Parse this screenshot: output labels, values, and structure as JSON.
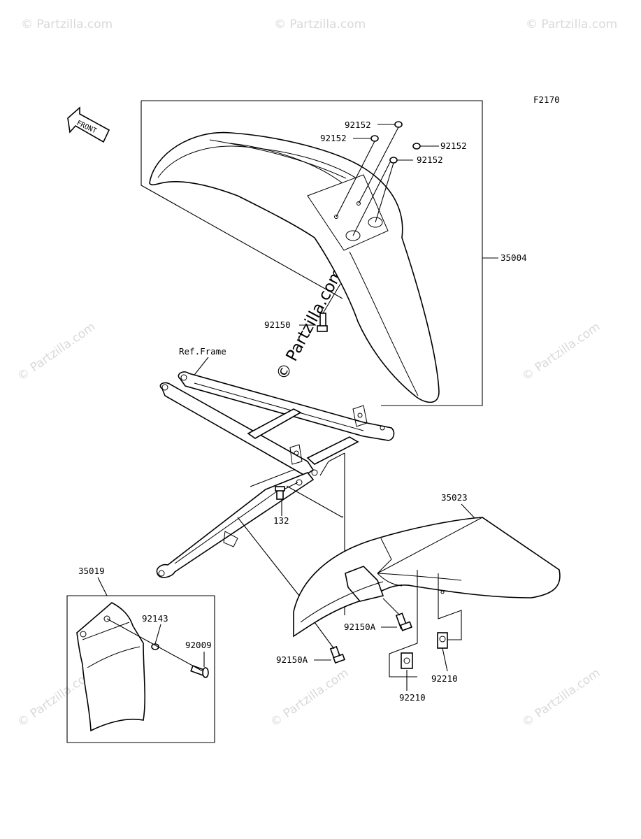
{
  "figure_code": "F2170",
  "front_indicator": "FRONT",
  "reference_label": "Ref.Frame",
  "watermark_text": "© Partzilla.com",
  "parts": {
    "p92152_a": "92152",
    "p92152_b": "92152",
    "p92152_c": "92152",
    "p92152_d": "92152",
    "p35004": "35004",
    "p92150": "92150",
    "p132": "132",
    "p35023": "35023",
    "p35019": "35019",
    "p92143": "92143",
    "p92009": "92009",
    "p92150A_a": "92150A",
    "p92150A_b": "92150A",
    "p92210_a": "92210",
    "p92210_b": "92210"
  },
  "icons": {
    "front": "front-arrow-icon"
  }
}
